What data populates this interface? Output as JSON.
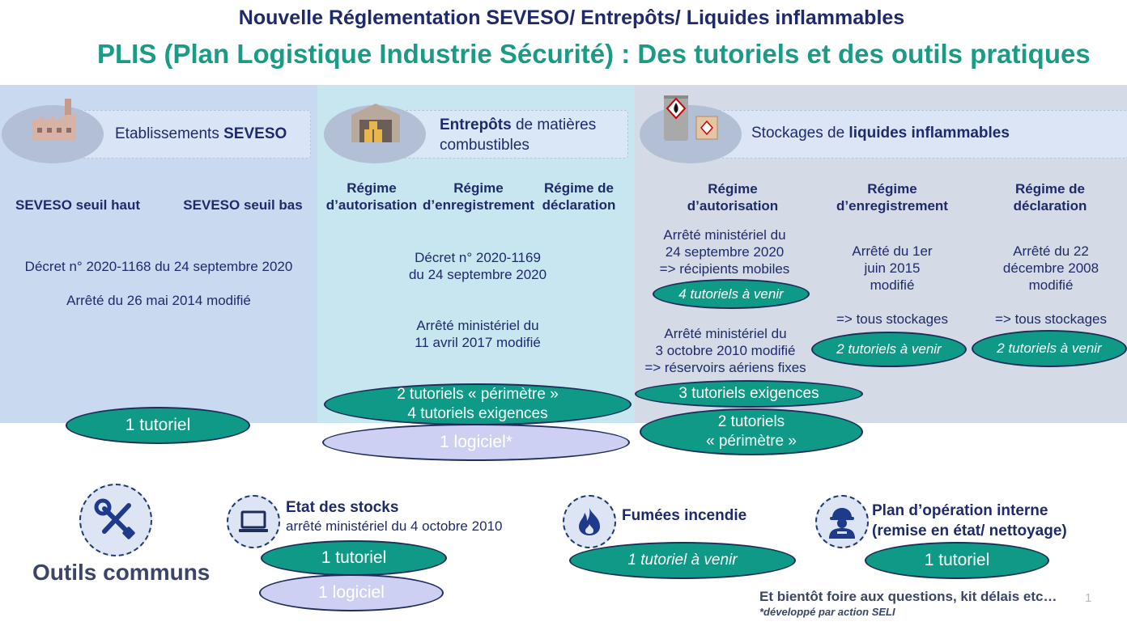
{
  "header": {
    "title": "Nouvelle Réglementation  SEVESO/ Entrepôts/ Liquides inflammables",
    "subtitle": "PLIS (Plan Logistique Industrie Sécurité) : Des tutoriels et des outils pratiques"
  },
  "seveso": {
    "title_prefix": "Etablissements ",
    "title_bold": "SEVESO",
    "col1": "SEVESO seuil haut",
    "col2": "SEVESO seuil bas",
    "text1": "Décret n° 2020-1168 du 24 septembre 2020",
    "text2": "Arrêté du 26 mai 2014 modifié",
    "pill": "1 tutoriel"
  },
  "entrepots": {
    "title_bold": "Entrepôts",
    "title_rest1": " de matières",
    "title_rest2": "combustibles",
    "col1_l1": "Régime",
    "col1_l2": "d’autorisation",
    "col2_l1": "Régime",
    "col2_l2": "d’enregistrement",
    "col3_l1": "Régime de",
    "col3_l2": "déclaration",
    "decret_l1": "Décret n° 2020-1169",
    "decret_l2": "du 24 septembre 2020",
    "arrete_l1": "Arrêté ministériel du",
    "arrete_l2": "11 avril 2017 modifié",
    "pill1_l1": "2 tutoriels « périmètre »",
    "pill1_l2": "4 tutoriels exigences",
    "pill2": "1 logiciel*"
  },
  "liquides": {
    "title_prefix": "Stockages de ",
    "title_bold": "liquides inflammables",
    "col1_l1": "Régime",
    "col1_l2": "d’autorisation",
    "col2_l1": "Régime",
    "col2_l2": "d’enregistrement",
    "col3_l1": "Régime de",
    "col3_l2": "déclaration",
    "a1_l1": "Arrêté ministériel du",
    "a1_l2": "24 septembre 2020",
    "a1_l3": "=> récipients mobiles",
    "a1_pill": "4 tutoriels à venir",
    "a2_l1": "Arrêté ministériel du",
    "a2_l2": "3 octobre 2010 modifié",
    "a2_l3": "=> réservoirs aériens fixes",
    "pill_exig": "3 tutoriels exigences",
    "pill_perim_l1": "2 tutoriels",
    "pill_perim_l2": "« périmètre »",
    "enr_l1": "Arrêté du 1er",
    "enr_l2": "juin 2015",
    "enr_l3": "modifié",
    "enr_l4": "=> tous stockages",
    "enr_pill": "2 tutoriels à venir",
    "dec_l1": "Arrêté du 22",
    "dec_l2": "décembre 2008",
    "dec_l3": "modifié",
    "dec_l4": "=> tous stockages",
    "dec_pill": "2 tutoriels à venir"
  },
  "outils": {
    "label": "Outils communs",
    "stocks_title": "Etat des stocks",
    "stocks_sub": "arrêté ministériel du 4 octobre 2010",
    "stocks_pill1": "1 tutoriel",
    "stocks_pill2": "1 logiciel",
    "fumees_title": "Fumées incendie",
    "fumees_pill": "1 tutoriel à venir",
    "poi_title1": "Plan d’opération interne",
    "poi_title2": "(remise en état/ nettoyage)",
    "poi_pill": "1 tutoriel"
  },
  "footer": {
    "note": "Et bientôt foire aux questions, kit délais etc…",
    "footnote": "*développé par action SELI",
    "page_number": "1"
  },
  "colors": {
    "navy": "#1f2a6a",
    "teal": "#1a9b86",
    "pill_green": "#0f9a87",
    "lavender": "#cdd0f2"
  }
}
